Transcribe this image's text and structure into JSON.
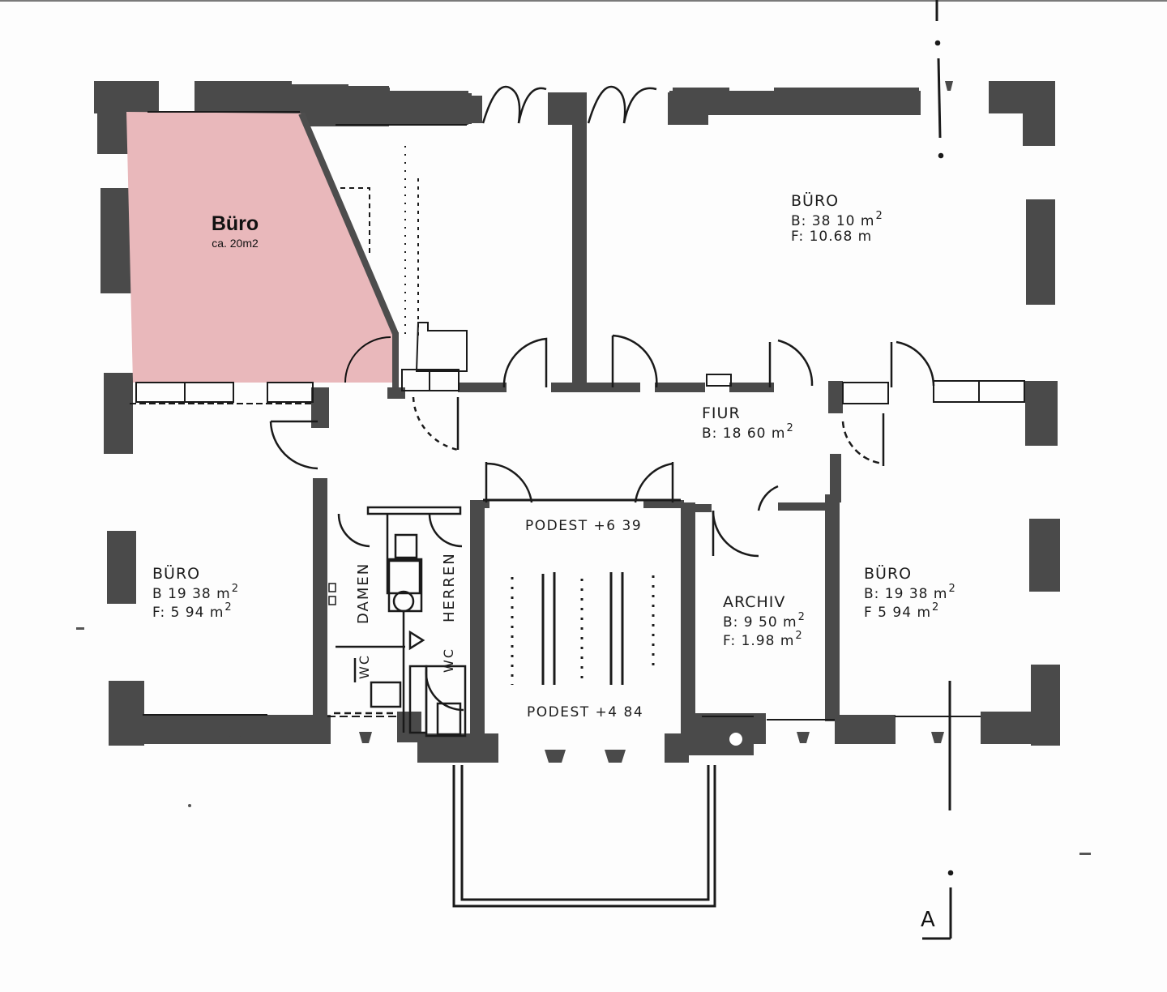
{
  "colors": {
    "wall": "#4a4a4a",
    "line": "#1a1a1a",
    "highlight_fill": "#e9b8bb",
    "highlight_border": "#4d4d4d",
    "background": "#fdfdfd"
  },
  "highlight": {
    "title": "Büro",
    "area": "ca. 20m2"
  },
  "rooms": {
    "buero_ne": {
      "name": "BÜRO",
      "b_label": "B: 38 10 m",
      "f_label": "F: 10.68 m",
      "unit_exp": "2"
    },
    "flur": {
      "name": "FIUR",
      "b_label": "B: 18 60 m",
      "unit_exp": "2"
    },
    "buero_sw": {
      "name": "BÜRO",
      "b_label": "B  19 38 m",
      "f_label": "F:  5 94 m",
      "unit_exp": "2"
    },
    "buero_se": {
      "name": "BÜRO",
      "b_label": "B: 19 38 m",
      "f_label": "F    5 94 m",
      "unit_exp": "2"
    },
    "archiv": {
      "name": "ARCHIV",
      "b_label": "B:  9 50 m",
      "f_label": "F:  1.98 m",
      "unit_exp": "2"
    },
    "wc_damen": {
      "name": "DAMEN",
      "wc": "WC"
    },
    "wc_herren": {
      "name": "HERREN",
      "wc": "WC"
    },
    "podest_upper": {
      "label": "PODEST +6 39"
    },
    "podest_lower": {
      "label": "PODEST +4 84"
    }
  },
  "section_marker": {
    "label": "A"
  }
}
